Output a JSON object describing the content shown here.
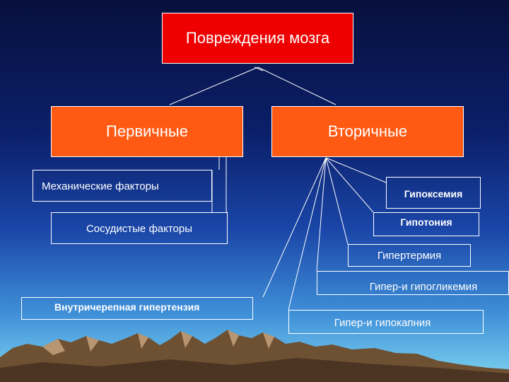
{
  "root": {
    "label": "Повреждения мозга"
  },
  "primary": {
    "label": "Первичные",
    "items": [
      "Механические факторы",
      "Сосудистые факторы"
    ]
  },
  "secondary": {
    "label": "Вторичные",
    "items": [
      "Гипоксемия",
      "Гипотония",
      "Гипертермия",
      "Гипер-и гипогликемия",
      "Гипер-и гипокапния",
      "Внутричерепная гипертензия"
    ]
  },
  "colors": {
    "root_fill": "#ee0000",
    "category_fill": "#ff5a14",
    "connector": "#ffffff",
    "sky_top": "#07103d",
    "sky_bottom": "#7fd6f0",
    "mountains": "#8a6a4a"
  }
}
